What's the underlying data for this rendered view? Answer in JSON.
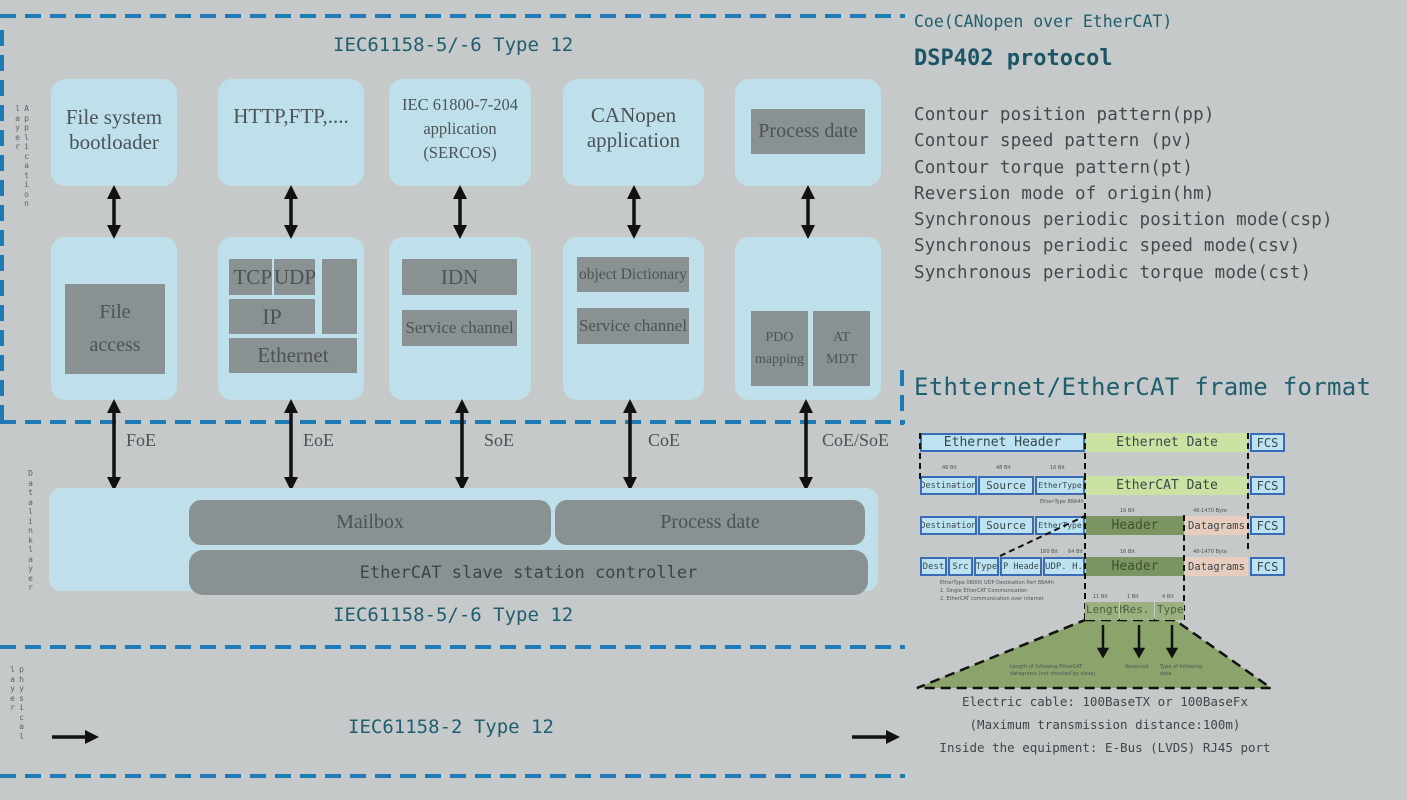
{
  "stack": {
    "app_standard_top": "IEC61158-5/-6 Type 12",
    "dll_standard_bottom": "IEC61158-5/-6 Type 12",
    "phy_standard": "IEC61158-2 Type 12",
    "layer_labels": {
      "application": [
        "Application",
        "layer"
      ],
      "data_link": [
        "Data",
        "link",
        "layer"
      ],
      "physical": [
        "physical",
        "layer"
      ]
    },
    "application_boxes": [
      {
        "lines": [
          "File system",
          "bootloader"
        ]
      },
      {
        "lines": [
          "HTTP,FTP,...."
        ]
      },
      {
        "lines": [
          "IEC 61800-7-204",
          "application",
          "(SERCOS)"
        ]
      },
      {
        "lines": [
          "CANopen",
          "application"
        ]
      },
      {
        "inner": "Process date"
      }
    ],
    "service_boxes": {
      "foe": {
        "label": "File\naccess"
      },
      "eoe": {
        "tcp": "TCP",
        "udp": "UDP",
        "ip": "IP",
        "ethernet": "Ethernet"
      },
      "soe": {
        "idn": "IDN",
        "service": "Service channel"
      },
      "coe": {
        "dict": "object Dictionary",
        "service": "Service channel"
      },
      "pdo": {
        "pdo": "PDO\nmapping",
        "at": "AT\nMDT"
      }
    },
    "mailbox_protocols": [
      "FoE",
      "EoE",
      "SoE",
      "CoE",
      "CoE/SoE"
    ],
    "dll": {
      "mailbox": "Mailbox",
      "process_data": "Process date",
      "controller": "EtherCAT slave station controller"
    }
  },
  "coe_panel": {
    "title": "Coe(CANopen over EtherCAT)",
    "subtitle": "DSP402 protocol",
    "modes": [
      "Contour position pattern(pp)",
      "Contour speed pattern (pv)",
      "Contour torque pattern(pt)",
      "Reversion mode of origin(hm)",
      "Synchronous periodic position mode(csp)",
      "Synchronous periodic speed mode(csv)",
      "Synchronous periodic torque mode(cst)"
    ]
  },
  "frame_panel": {
    "title": "Ethternet/EtherCAT frame format",
    "row1": {
      "header": "Ethernet Header",
      "data": "Ethernet Date",
      "fcs": "FCS"
    },
    "row2": {
      "dest": "Destination",
      "src": "Source",
      "type": "EtherType",
      "data": "EtherCAT Date",
      "fcs": "FCS",
      "bits": [
        "48 Bit",
        "48 Bit",
        "16 Bit"
      ],
      "note": "Ether-Type 88A4h"
    },
    "row3": {
      "dest": "Destination",
      "src": "Source",
      "type": "EtherType",
      "header": "Header",
      "datagrams": "Datagrams",
      "fcs": "FCS",
      "bits": [
        "16 Bit",
        "48-1470 Byte"
      ]
    },
    "row4": {
      "dest": "Dest",
      "src": "Src",
      "type": "Type",
      "ip": "IP Header",
      "udp": "UDP. H.",
      "header": "Header",
      "datagrams": "Datagrams",
      "fcs": "FCS",
      "bits": [
        "160 Bit",
        "64 Bit",
        "16 Bit",
        "48-1470 Byte"
      ]
    },
    "row4_notes": [
      "EtherType 0800h UDP Destination Port 88A4h",
      "1. Single EtherCAT Communication",
      "2. EtherCAT communication over internet"
    ],
    "header_fields": {
      "length": "Length",
      "res": "Res.",
      "type": "Type",
      "bits": [
        "11 Bit",
        "1 Bit",
        "4 Bit"
      ]
    },
    "field_desc": [
      "Length of following EtherCAT datagrams (not checked by slave)",
      "Reserved",
      "Type of following data"
    ],
    "cable_notes": [
      "Electric cable: 100BaseTX or 100BaseFx",
      "(Maximum transmission distance:100m)",
      "Inside the equipment: E-Bus (LVDS) RJ45 port"
    ]
  },
  "colors": {
    "background": "#c6c9c9",
    "dash_blue": "#1f7bb6",
    "light_box": "#bfe0ea",
    "gray_box": "#8a9193",
    "teal_text": "#1e5e6e",
    "frame_blue": "#bde3f2",
    "frame_green": "#cbe2a3",
    "frame_dark_green": "#7a9462",
    "frame_pink": "#e7cdbd"
  }
}
